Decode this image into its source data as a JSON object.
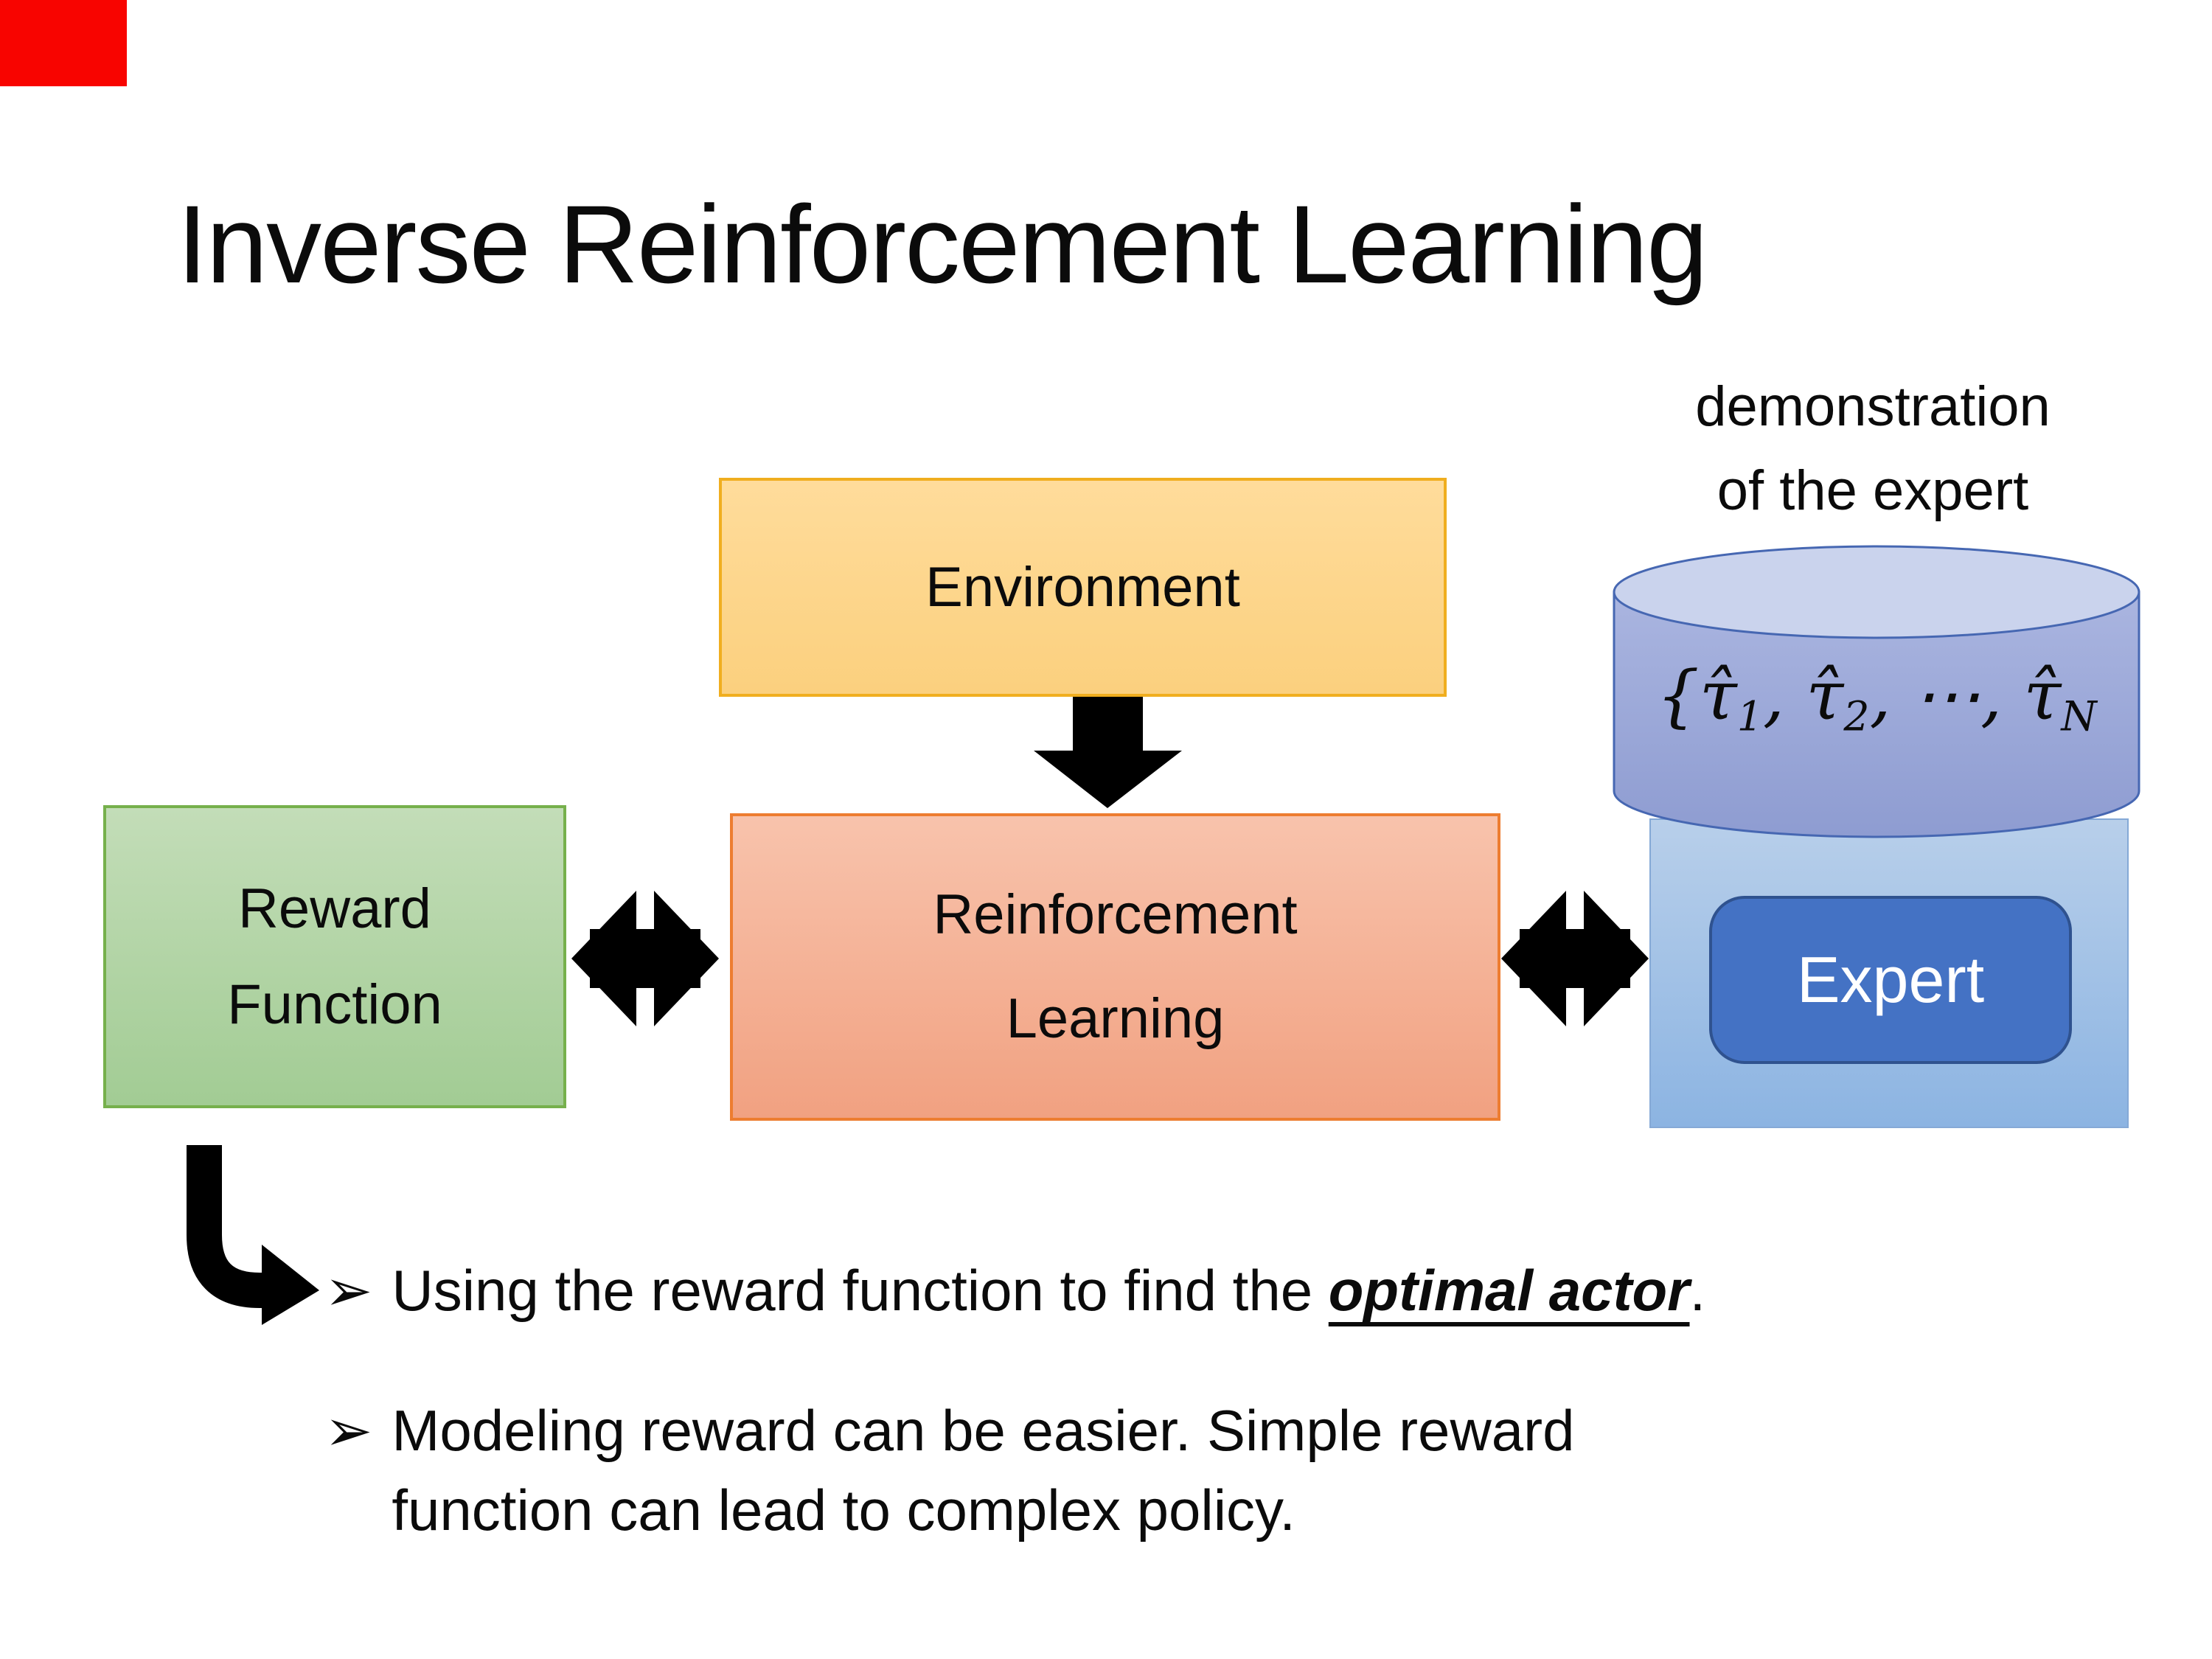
{
  "slide": {
    "title": "Inverse Reinforcement Learning",
    "demo_label": {
      "line1": "demonstration",
      "line2": "of the expert"
    },
    "boxes": {
      "environment": "Environment",
      "reward": {
        "line1": "Reward",
        "line2": "Function"
      },
      "rl": {
        "line1": "Reinforcement",
        "line2": "Learning"
      },
      "expert": "Expert"
    },
    "cylinder_formula": {
      "open": "{",
      "tau_hat": "τ̂",
      "sub1": "1",
      "sub2": "2",
      "subN": "N",
      "comma": ", ",
      "dots": "⋯"
    },
    "bullets": [
      {
        "marker": "➢",
        "pre": "Using the reward function to find the ",
        "emphasis": "optimal actor",
        "post": "."
      },
      {
        "marker": "➢",
        "text": "Modeling reward can be easier. Simple reward function can lead to complex policy."
      }
    ],
    "colors": {
      "red_corner_block": "#f80400",
      "environment_fill": "#fbd07e",
      "environment_border": "#f0ae1f",
      "reward_fill": "#a2cc94",
      "reward_border": "#76b04c",
      "rl_fill": "#f1a181",
      "rl_border": "#ed7d31",
      "cylinder_fill": "#98a5d5",
      "cylinder_top_fill": "#cad3ed",
      "cylinder_border": "#4667b2",
      "lightblue_box_fill": "#8cb4e2",
      "expert_fill": "#4472c4",
      "expert_border": "#2f528f",
      "arrow_color": "#000000",
      "text_color": "#0b0b0b"
    }
  }
}
